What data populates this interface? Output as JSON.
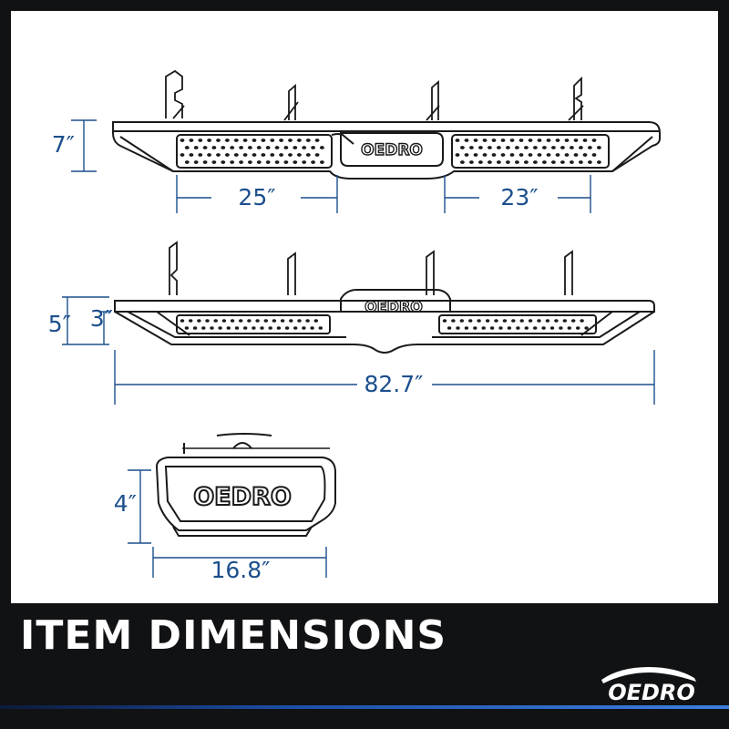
{
  "title": "ITEM DIMENSIONS",
  "brand": "OEDRO",
  "diagrams": {
    "top_view": {
      "height": "7″",
      "left_step": "25″",
      "right_step": "23″"
    },
    "side_view": {
      "outer_height": "5″",
      "inner_height": "3″",
      "total_length": "82.7″"
    },
    "end_view": {
      "height": "4″",
      "width": "16.8″"
    }
  },
  "colors": {
    "dimension": "#1c4f8c",
    "background": "#111214",
    "panel": "#ffffff",
    "accent": "#3d7fe0"
  }
}
